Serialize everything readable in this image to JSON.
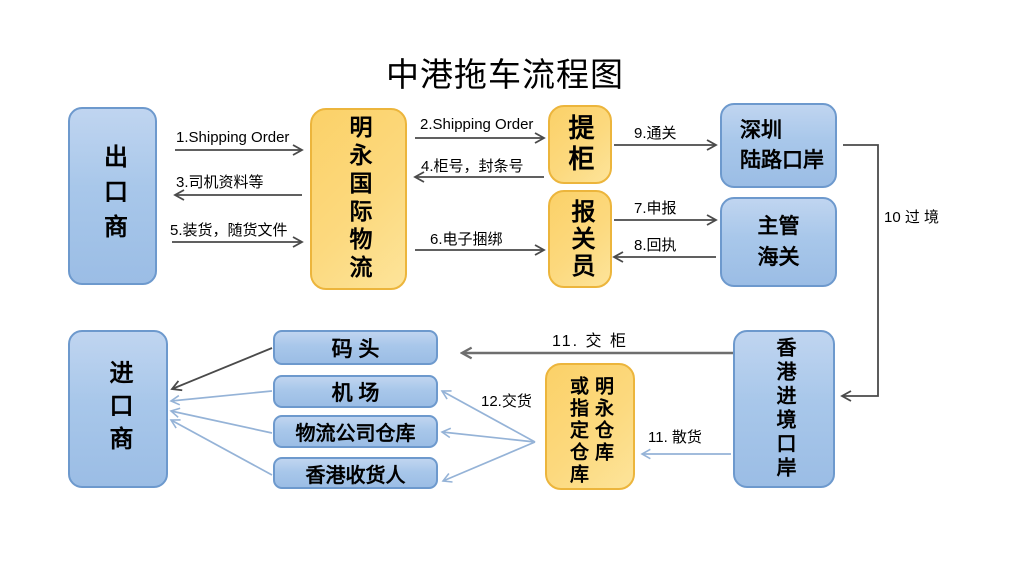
{
  "title": "中港拖车流程图",
  "boxes": {
    "exporter": "出口商",
    "mingyong_logistics": "明永国际物流",
    "container_pickup": "提柜",
    "customs_broker": "报关员",
    "shenzhen_land_port": "深圳\n陆路口岸",
    "supervising_customs": "主管\n海关",
    "importer": "进口商",
    "pier": "码 头",
    "airport": "机 场",
    "logistics_company_warehouse": "物流公司仓库",
    "hk_consignee": "香港收货人",
    "warehouse_col_right": "明永仓库",
    "warehouse_col_left": "或指定仓库",
    "hk_entry_port": "香港进境口岸"
  },
  "labels": {
    "step1": "1.Shipping Order",
    "step2": "2.Shipping Order",
    "step3": "3.司机资料等",
    "step4": "4.柜号，封条号",
    "step5": "5.装货，随货文件",
    "step6": "6.电子捆绑",
    "step7": "7.申报",
    "step8": "8.回执",
    "step9": "9.通关",
    "step10": "10\n过\n境",
    "step11_deliver_container": "11. 交 柜",
    "step11_loose_cargo": "11. 散货",
    "step12_deliver_goods": "12.交货"
  },
  "colors": {
    "blue_box_fill": "#a8c7ea",
    "blue_box_border": "#6d99cd",
    "gold_box_fill": "#fcd97e",
    "gold_box_border": "#ecb53c",
    "dark_arrow": "#4a4a4a",
    "blue_arrow": "#95b3d7",
    "text": "#000000"
  }
}
